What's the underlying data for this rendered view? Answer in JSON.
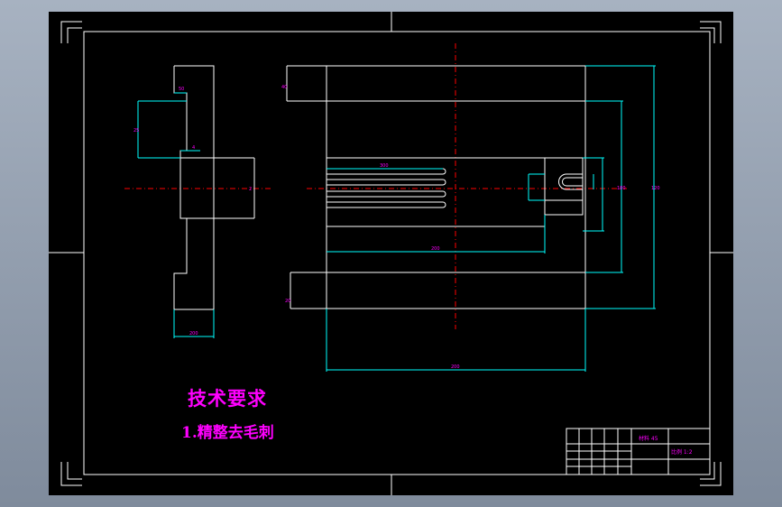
{
  "colors": {
    "sheet": "#000000",
    "outline": "#ffffff",
    "dimension": "#00ffff",
    "centerline": "#ff0000",
    "annotation": "#ff00ff"
  },
  "technical_requirements": {
    "title": "技术要求",
    "items": [
      "1.精整去毛刺"
    ]
  },
  "dimension_labels": [
    "50",
    "25",
    "4",
    "2",
    "200",
    "200",
    "200",
    "120",
    "40",
    "20",
    "300",
    "180"
  ],
  "title_block": {
    "drawing_name": "材料 45",
    "scale_text": "比例 1:2"
  }
}
